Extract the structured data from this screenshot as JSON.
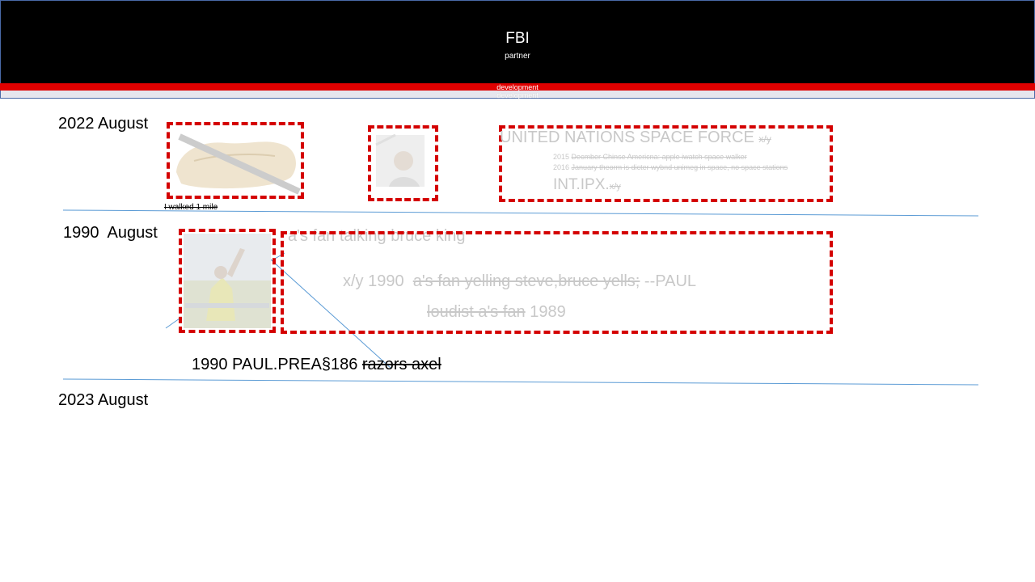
{
  "header": {
    "title": "FBI",
    "subtitle": "partner"
  },
  "bands": {
    "red_text": "development",
    "grey_text": "development"
  },
  "rows": {
    "r2022": {
      "date": "2022 August",
      "shoe_caption": "I walked 1 mile",
      "un_title": "UNITED NATIONS SPACE FORCE",
      "un_title_suffix": "x/y",
      "line1_year": "2015",
      "line1_text": "Decmber Chinse Americna: apple iwatch space walker",
      "line2_year": "2016",
      "line2_text": "January theorm is dicter wybnd unimeg in space, no space stations",
      "int_text": "INT.IPX.",
      "int_suffix": "x/y"
    },
    "r1990": {
      "date": "1990  August",
      "fan_heading": "a's fan talking bruce king",
      "xy_prefix": "x/y 1990",
      "xy_strike": "a's fan yelling steve,bruce yells;",
      "xy_suffix": "--PAUL",
      "loudest_strike": "loudist a's fan",
      "loudest_year": "1989",
      "bottom_prefix": "1990 PAUL.PREA§186",
      "bottom_strike": "razors axel"
    },
    "r2023": {
      "date": "2023 August"
    }
  },
  "colors": {
    "accent_red": "#e00000",
    "dash_red": "#d40000",
    "line_blue": "#5b9bd5",
    "faded_text": "#c8c8c8"
  }
}
